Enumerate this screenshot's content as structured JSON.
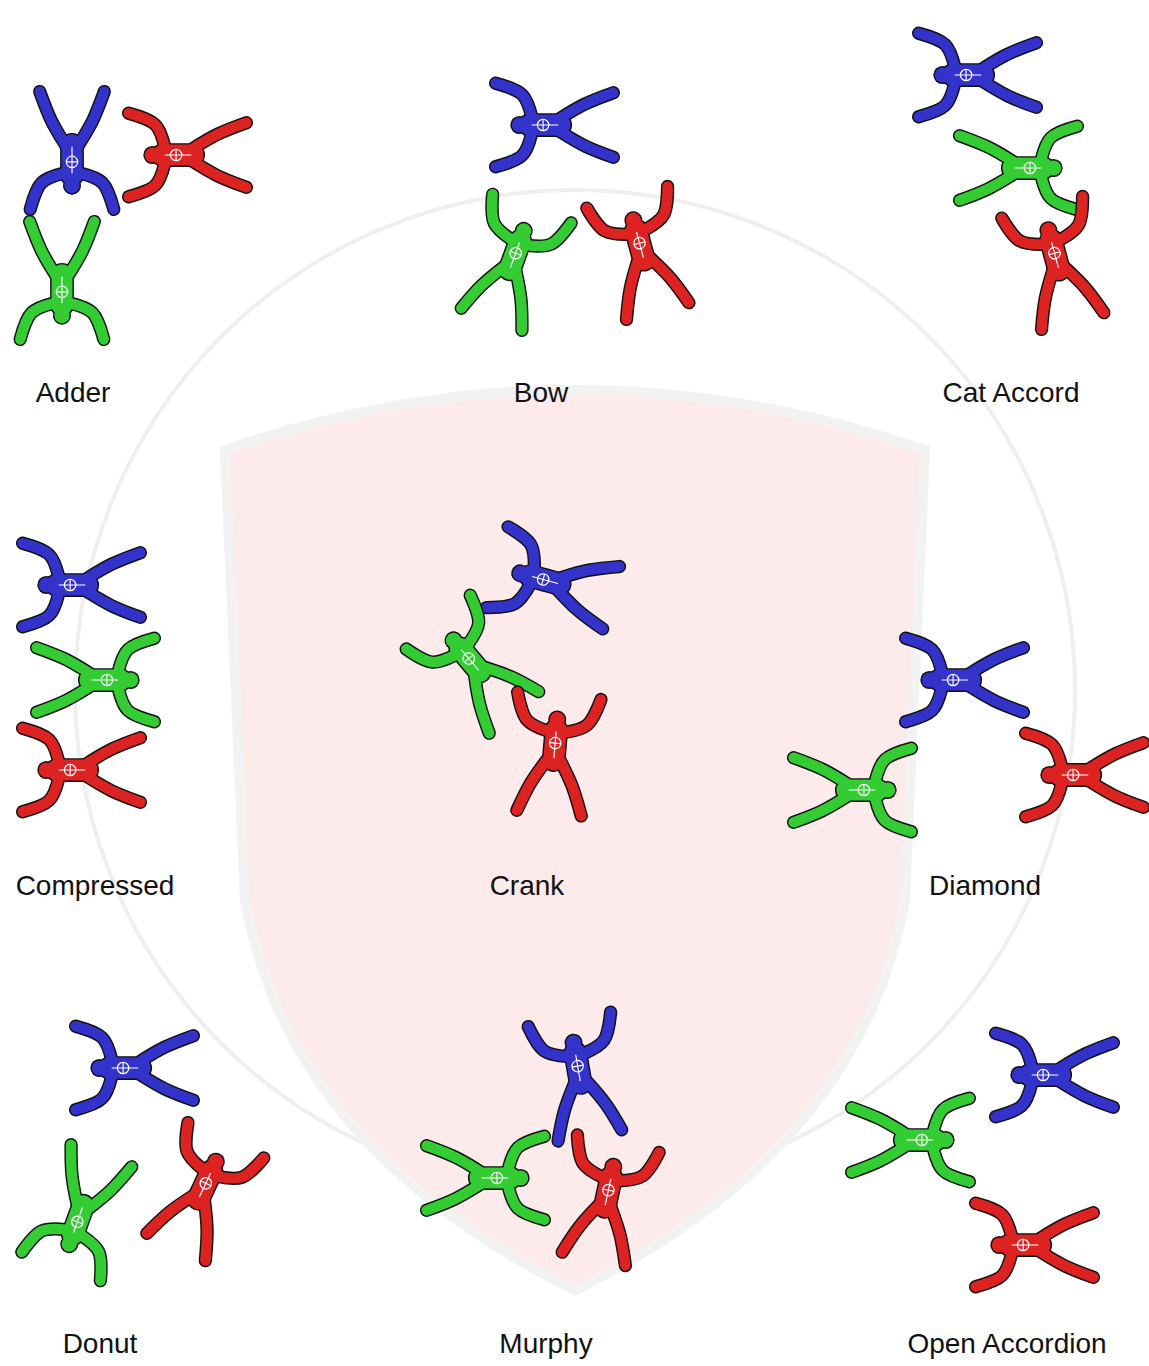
{
  "diagram": {
    "labels": [
      "Adder",
      "Bow",
      "Cat Accord",
      "Compressed",
      "Crank",
      "Diamond",
      "Donut",
      "Murphy",
      "Open Accordion"
    ]
  }
}
